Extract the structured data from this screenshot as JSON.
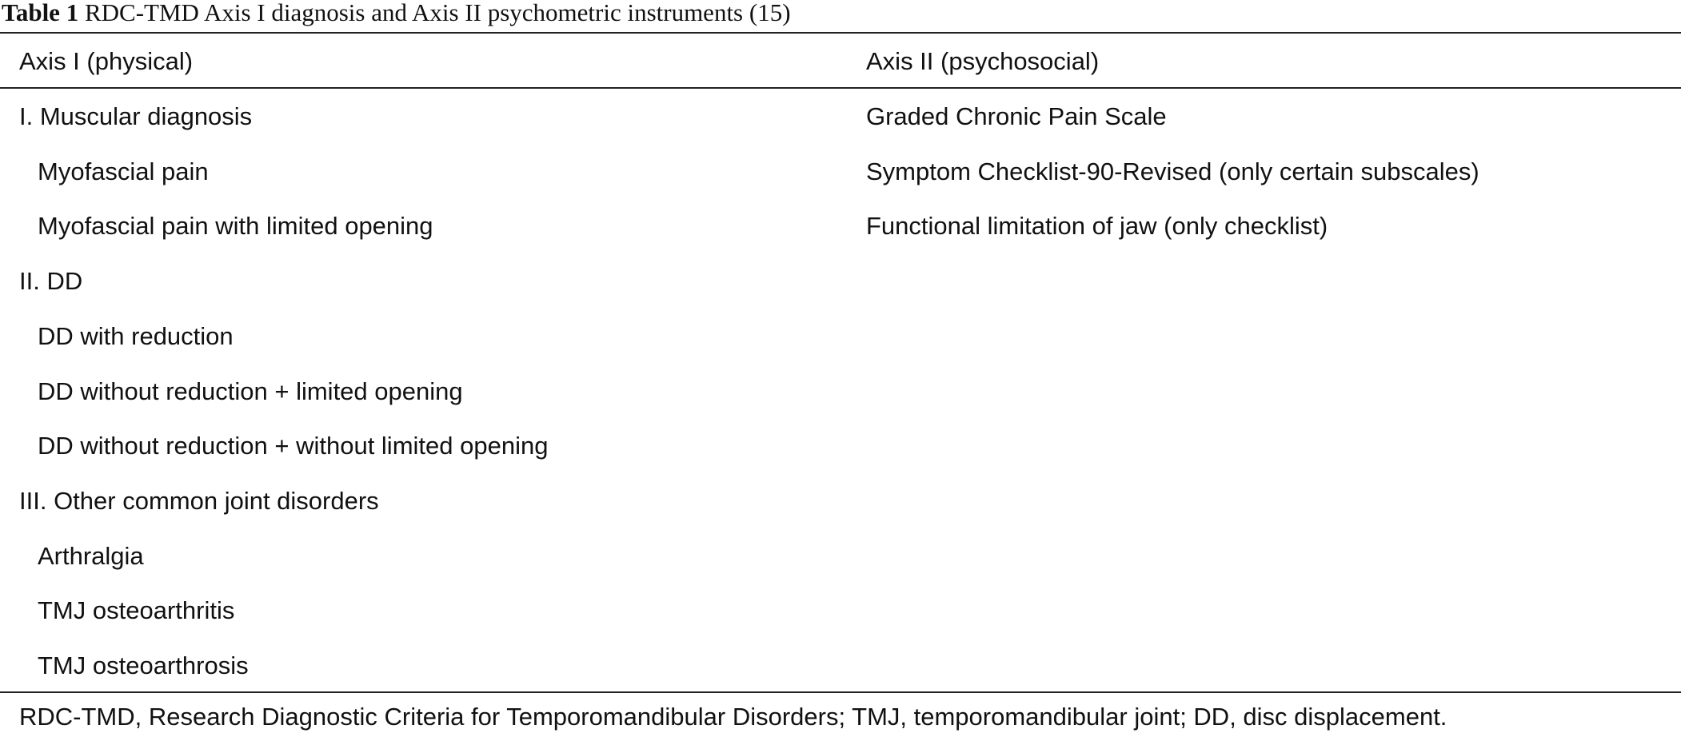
{
  "table": {
    "caption_label": "Table 1",
    "caption_text": "RDC-TMD Axis I diagnosis and Axis II psychometric instruments (15)",
    "headers": [
      "Axis I (physical)",
      "Axis II (psychosocial)"
    ],
    "rows": [
      {
        "axis1": "I. Muscular diagnosis",
        "axis1_indent": false,
        "axis2": "Graded Chronic Pain Scale"
      },
      {
        "axis1": "Myofascial pain",
        "axis1_indent": true,
        "axis2": "Symptom Checklist-90-Revised (only certain subscales)"
      },
      {
        "axis1": "Myofascial pain with limited opening",
        "axis1_indent": true,
        "axis2": "Functional limitation of jaw (only checklist)"
      },
      {
        "axis1": "II. DD",
        "axis1_indent": false,
        "axis2": ""
      },
      {
        "axis1": "DD with reduction",
        "axis1_indent": true,
        "axis2": ""
      },
      {
        "axis1": "DD without reduction + limited opening",
        "axis1_indent": true,
        "axis2": ""
      },
      {
        "axis1": "DD without reduction + without limited opening",
        "axis1_indent": true,
        "axis2": ""
      },
      {
        "axis1": "III. Other common joint disorders",
        "axis1_indent": false,
        "axis2": ""
      },
      {
        "axis1": "Arthralgia",
        "axis1_indent": true,
        "axis2": ""
      },
      {
        "axis1": "TMJ osteoarthritis",
        "axis1_indent": true,
        "axis2": ""
      },
      {
        "axis1": "TMJ osteoarthrosis",
        "axis1_indent": true,
        "axis2": ""
      }
    ],
    "footnote": "RDC-TMD, Research Diagnostic Criteria for Temporomandibular Disorders; TMJ, temporomandibular joint; DD, disc displacement."
  }
}
